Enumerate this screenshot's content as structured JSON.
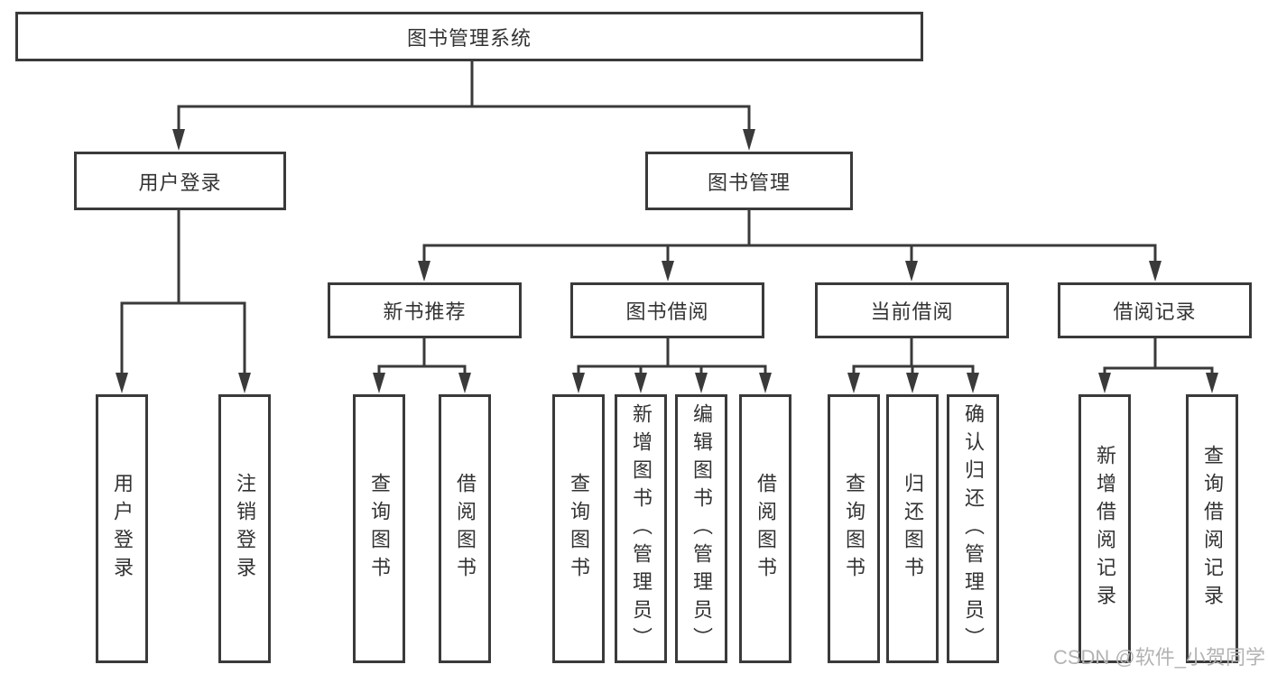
{
  "tree": {
    "root": {
      "label": "图书管理系统"
    },
    "branches": [
      {
        "label": "用户登录",
        "children": [
          {
            "label": "用户登录"
          },
          {
            "label": "注销登录"
          }
        ]
      },
      {
        "label": "图书管理",
        "children": [
          {
            "label": "新书推荐",
            "children": [
              {
                "label": "查询图书"
              },
              {
                "label": "借阅图书"
              }
            ]
          },
          {
            "label": "图书借阅",
            "children": [
              {
                "label": "查询图书"
              },
              {
                "label": "新增图书（管理员）"
              },
              {
                "label": "编辑图书（管理员）"
              },
              {
                "label": "借阅图书"
              }
            ]
          },
          {
            "label": "当前借阅",
            "children": [
              {
                "label": "查询图书"
              },
              {
                "label": "归还图书"
              },
              {
                "label": "确认归还（管理员）"
              }
            ]
          },
          {
            "label": "借阅记录",
            "children": [
              {
                "label": "新增借阅记录"
              },
              {
                "label": "查询借阅记录"
              }
            ]
          }
        ]
      }
    ]
  },
  "watermark": {
    "text": "CSDN @软件_小贺同学",
    "color": "#b3b3b3"
  },
  "colors": {
    "line": "#3a3a3a",
    "box_border": "#3a3a3a",
    "box_fill": "#ffffff",
    "text": "#333333",
    "background": "#ffffff"
  }
}
